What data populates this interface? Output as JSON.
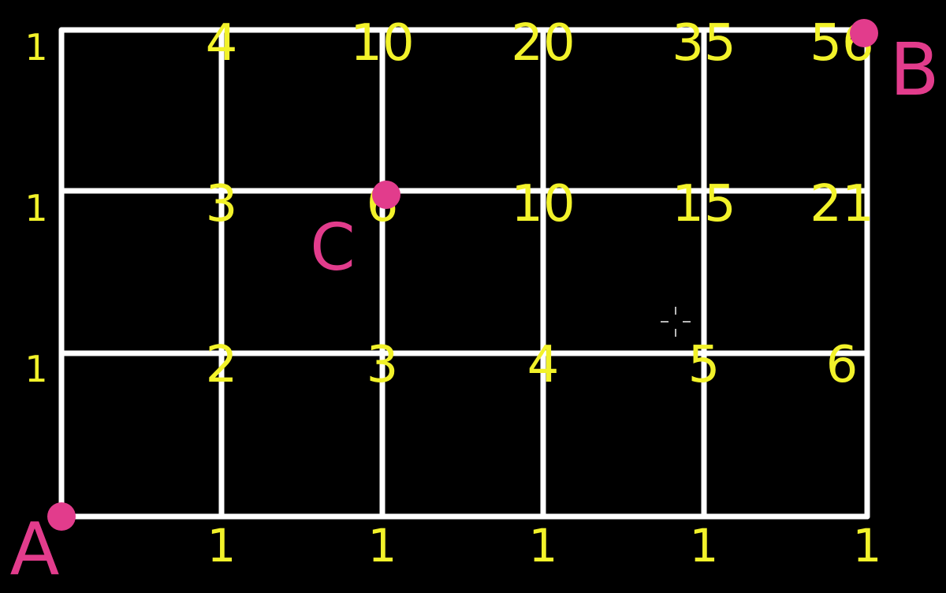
{
  "colors": {
    "background": "#000000",
    "grid_line": "#ffffff",
    "path_count": "#f2f22a",
    "point_marker": "#e23c8c"
  },
  "grid": {
    "columns": 5,
    "rows": 3
  },
  "points": {
    "A": {
      "label": "A",
      "col": 0,
      "row": 0
    },
    "B": {
      "label": "B",
      "col": 5,
      "row": 3
    },
    "C": {
      "label": "C",
      "col": 2,
      "row": 2
    }
  },
  "path_counts": {
    "row_0": [
      "1",
      "1",
      "1",
      "1",
      "1"
    ],
    "row_1": [
      "1",
      "2",
      "3",
      "4",
      "5",
      "6"
    ],
    "row_2": [
      "1",
      "3",
      "6",
      "10",
      "15",
      "21"
    ],
    "row_3": [
      "1",
      "4",
      "10",
      "20",
      "35",
      "56"
    ]
  },
  "cursor_icon": "crosshair-cursor-icon"
}
